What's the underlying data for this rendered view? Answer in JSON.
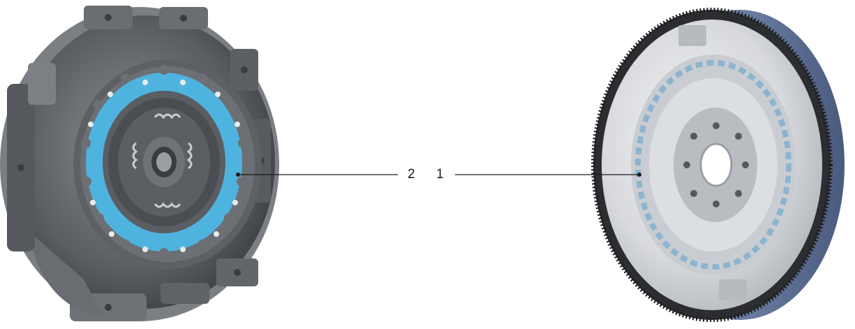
{
  "callouts": [
    {
      "id": "2",
      "label": "2",
      "points_to": "clutch-pressure-plate-assembly"
    },
    {
      "id": "1",
      "label": "1",
      "points_to": "dual-mass-flywheel"
    }
  ],
  "colors": {
    "background": "#ffffff",
    "leader_line": "#1a1a1a",
    "housing_dark": "#4a4d51",
    "housing_mid": "#6f7378",
    "spring_ring_accent": "#4fb3df",
    "flywheel_body": "#d8dadd",
    "flywheel_rim": "#5a6f93",
    "ring_gear_teeth": "#2b2d30"
  }
}
